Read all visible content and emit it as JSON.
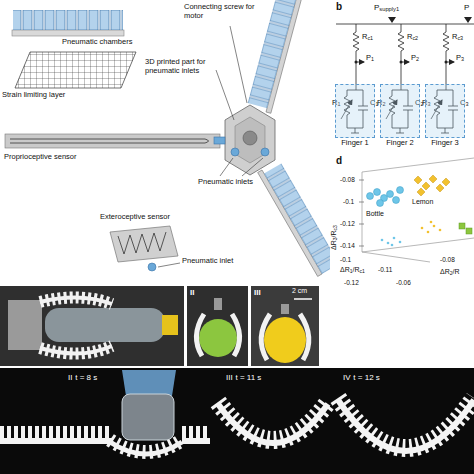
{
  "diagram": {
    "nodes": [
      {
        "text": [
          "Finger 1"
        ]
      },
      {
        "text": [
          "Finger 2"
        ]
      },
      {
        "text": [
          "Finger 3"
        ]
      }
    ],
    "labels": [
      "Pneumatic chambers",
      "Strain limiting layer",
      "Connecting screw for motor",
      "3D printed part for pneumatic inlets",
      "Pneumatic inlets",
      "Proprioceptive sensor",
      "Exteroceptive sensor",
      "Pneumatic inlet",
      "b",
      "P",
      "supply1",
      "R",
      "c1",
      "R",
      "c2",
      "R",
      "c3",
      "P",
      "1",
      "P",
      "2",
      "P",
      "3",
      "R",
      "1",
      "R",
      "2",
      "R",
      "3",
      "C",
      "1",
      "C",
      "2",
      "C",
      "3",
      "P",
      "d",
      "-0.08",
      "-0.1",
      "-0.12",
      "-0.14",
      "ΔR",
      "3",
      "/R",
      "c3",
      "Bottle",
      "Lemon",
      "ΔR",
      "1",
      "/R",
      "c1",
      "-0.11",
      "-0.1",
      "-0.12",
      "-0.06",
      "-0.08",
      "ΔR",
      "2",
      "/R",
      "II",
      "III",
      "2 cm",
      "II",
      "t = 8 s",
      "III",
      "t = 11 s",
      "IV",
      "t = 12 s"
    ]
  }
}
